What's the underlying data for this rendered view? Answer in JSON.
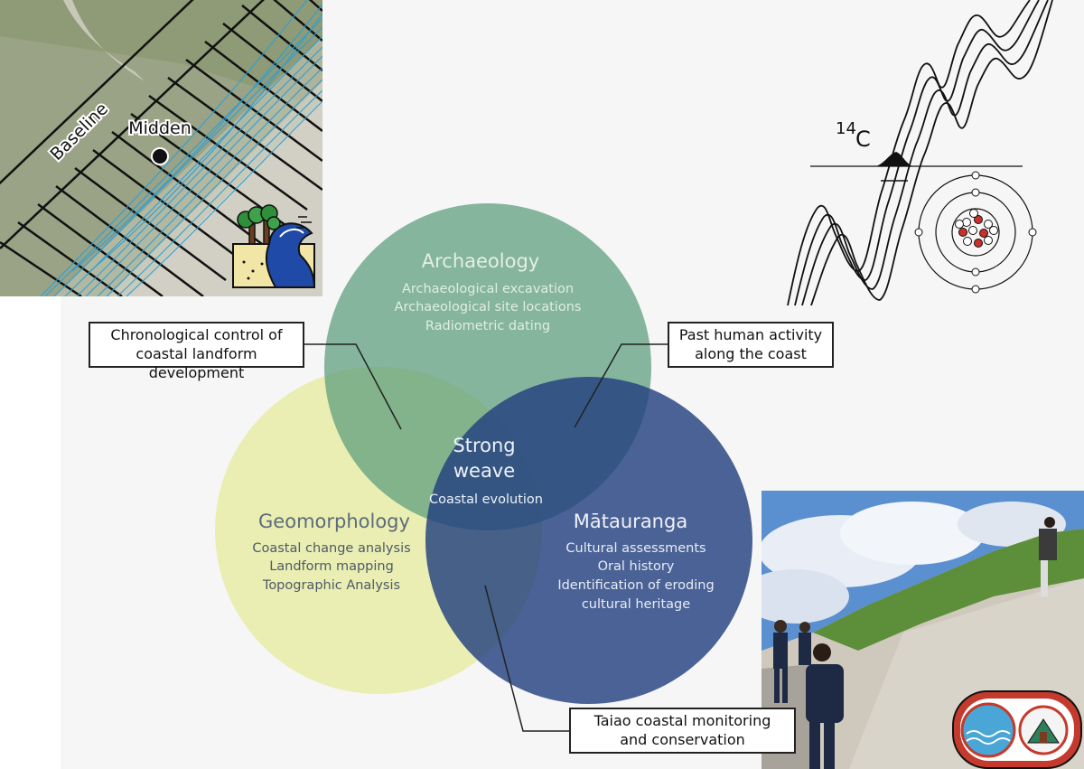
{
  "map": {
    "baseline_label": "Baseline",
    "midden_label": "Midden"
  },
  "radiocarbon": {
    "label_superscript": "14",
    "label_symbol": "C"
  },
  "venn": {
    "archaeology": {
      "title": "Archaeology",
      "items": [
        "Archaeological excavation",
        "Archaeological site locations",
        "Radiometric dating"
      ]
    },
    "geomorphology": {
      "title": "Geomorphology",
      "items": [
        "Coastal change analysis",
        "Landform mapping",
        "Topographic Analysis"
      ]
    },
    "matauranga": {
      "title": "Mātauranga",
      "items": [
        "Cultural assessments",
        "Oral history",
        "Identification of eroding",
        "cultural heritage"
      ]
    },
    "center": {
      "title_line1": "Strong",
      "title_line2": "weave",
      "subtitle": "Coastal evolution"
    }
  },
  "callouts": {
    "chronological": [
      "Chronological control of",
      "coastal landform development"
    ],
    "past_human": [
      "Past human activity",
      "along the coast"
    ],
    "taiao": [
      "Taiao coastal monitoring",
      "and conservation"
    ]
  },
  "colors": {
    "archaeology": "#5f9f7e",
    "geomorphology": "#e8eca6",
    "matauranga": "#23417f",
    "transect": "#111111",
    "shoreline": "#2aa0d8"
  }
}
